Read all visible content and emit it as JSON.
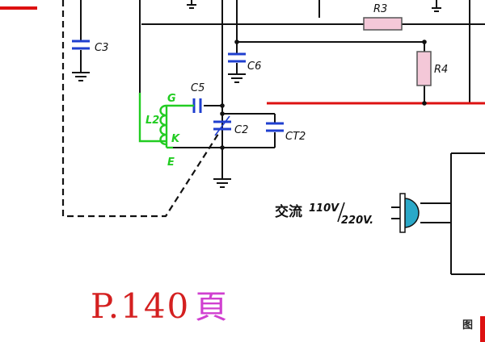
{
  "diagram": {
    "components": {
      "c3": "C3",
      "c6": "C6",
      "r3": "R3",
      "r4": "R4",
      "c5": "C5",
      "c2": "C2",
      "ct2": "CT2",
      "l2": "L2"
    },
    "coil_taps": {
      "g": "G",
      "k": "K",
      "e": "E"
    },
    "ac_label": {
      "prefix": "交流",
      "v1": "110V",
      "v2": "220V."
    },
    "colors": {
      "wire": "#111111",
      "capacitor": "#1f3fcf",
      "resistor_fill": "#f4c8d8",
      "resistor_stroke": "#555555",
      "red_line": "#dd1111",
      "coil": "#22cc22",
      "plug": "#2aa8c8"
    }
  },
  "footer": {
    "page_prefix": "P.",
    "page_number": "140",
    "page_suffix": "頁",
    "figure_label": "图"
  }
}
